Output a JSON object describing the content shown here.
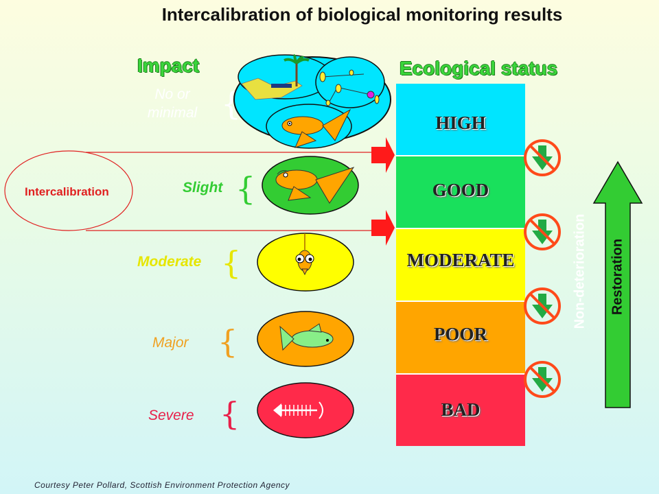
{
  "title": "Intercalibration of biological monitoring results",
  "impact": {
    "heading": "Impact",
    "levels": [
      {
        "label_line1": "No or",
        "label_line2": "minimal",
        "color": "#ffffff"
      },
      {
        "label": "Slight",
        "color": "#33cc33"
      },
      {
        "label": "Moderate",
        "color": "#e6e600"
      },
      {
        "label": "Major",
        "color": "#f0a020"
      },
      {
        "label": "Severe",
        "color": "#e8204a"
      }
    ]
  },
  "ecological_status": {
    "heading": "Ecological status",
    "classes": [
      {
        "label": "HIGH",
        "color": "#00e5ff"
      },
      {
        "label": "GOOD",
        "color": "#19e05c"
      },
      {
        "label": "MODERATE",
        "color": "#ffff00"
      },
      {
        "label": "POOR",
        "color": "#ffa500"
      },
      {
        "label": "BAD",
        "color": "#ff2a4a"
      }
    ]
  },
  "intercalibration_label": "Intercalibration",
  "non_deterioration_label": "Non-deterioration",
  "restoration_label": "Restoration",
  "credit": "Courtesy Peter Pollard, Scottish Environment Protection Agency",
  "icons": [
    "pond-scene-icon",
    "fish-icon",
    "fish-face-icon",
    "sick-fish-icon",
    "fish-skeleton-icon",
    "no-deterioration-icon",
    "up-arrow-icon"
  ]
}
